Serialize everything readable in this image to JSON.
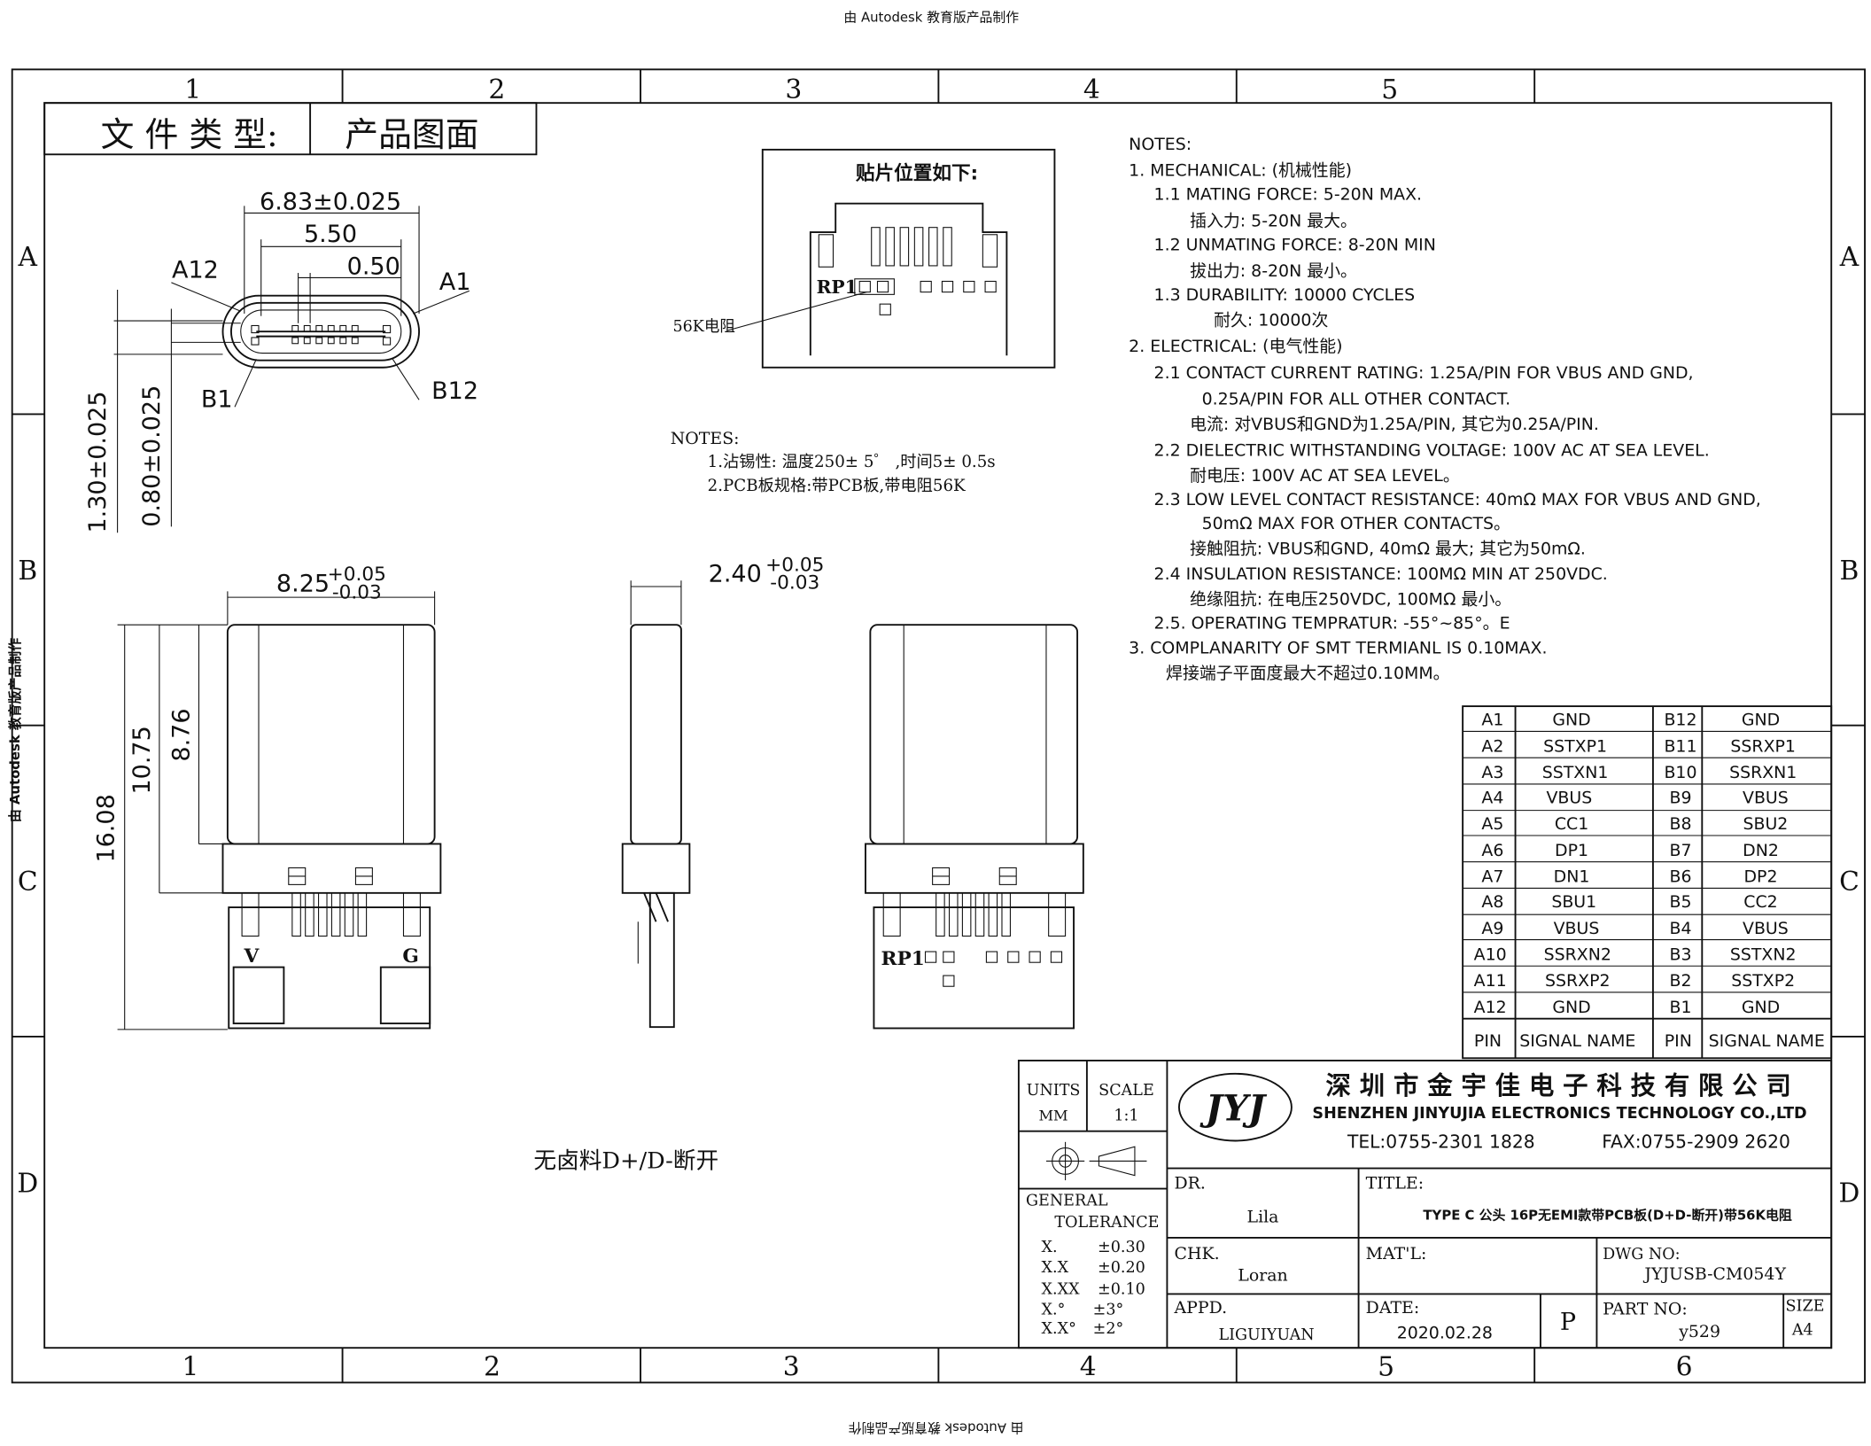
{
  "watermark": {
    "top": "由 Autodesk 教育版产品制作",
    "bottom": "由 Autodesk 教育版产品制作",
    "left": "由 Autodesk 教育版产品制作"
  },
  "border": {
    "columns": [
      "1",
      "2",
      "3",
      "4",
      "5",
      "6"
    ],
    "rows": [
      "A",
      "B",
      "C",
      "D"
    ]
  },
  "file_type": {
    "label": "文 件 类 型:",
    "value": "产品图面"
  },
  "front_view": {
    "dim_overall_width": "6.83±0.025",
    "dim_inner_width": "5.50",
    "dim_pitch": "0.50",
    "pin_a12": "A12",
    "pin_a1": "A1",
    "pin_b1": "B1",
    "pin_b12": "B12",
    "dim_outer_height": "1.30±0.025",
    "dim_inner_height": "0.80±0.025"
  },
  "side_views": {
    "dim_width_main": "8.25",
    "dim_width_tol_plus": "+0.05",
    "dim_width_tol_minus": "-0.03",
    "dim_thick_main": "2.40",
    "dim_thick_tol_plus": "+0.05",
    "dim_thick_tol_minus": "-0.03",
    "dim_total_length": "16.08",
    "dim_shell_length": "10.75",
    "dim_plug_length": "8.76",
    "label_v": "V",
    "label_g": "G",
    "label_rp1": "RP1"
  },
  "placement": {
    "title": "贴片位置如下:",
    "rp1": "RP1",
    "resistor_label": "56K电阻"
  },
  "small_notes": {
    "title": "NOTES:",
    "items": [
      "1.沾锡性: 温度250± 5゜ ,时间5± 0.5s",
      "2.PCB板规格:带PCB板,带电阻56K"
    ]
  },
  "notes": {
    "title": "NOTES:",
    "lines": [
      "1. MECHANICAL: (机械性能)",
      "1.1 MATING FORCE: 5-20N MAX.",
      "插入力: 5-20N 最大。",
      "1.2 UNMATING FORCE: 8-20N MIN",
      "拔出力: 8-20N 最小。",
      "1.3 DURABILITY: 10000 CYCLES",
      "耐久: 10000次",
      "2. ELECTRICAL: (电气性能)",
      "2.1 CONTACT CURRENT RATING: 1.25A/PIN FOR VBUS AND GND,",
      "0.25A/PIN FOR ALL OTHER CONTACT.",
      "电流: 对VBUS和GND为1.25A/PIN, 其它为0.25A/PIN.",
      "2.2 DIELECTRIC WITHSTANDING VOLTAGE: 100V AC AT SEA LEVEL.",
      "耐电压: 100V AC AT SEA LEVEL。",
      "2.3 LOW LEVEL CONTACT RESISTANCE: 40mΩ MAX FOR VBUS AND GND,",
      "50mΩ MAX FOR OTHER CONTACTS。",
      "接触阻抗: VBUS和GND, 40mΩ 最大; 其它为50mΩ.",
      "2.4 INSULATION RESISTANCE: 100MΩ MIN AT 250VDC.",
      "绝缘阻抗: 在电压250VDC, 100MΩ 最小。",
      "2.5. OPERATING TEMPRATUR: -55°~85°。E",
      "3. COMPLANARITY OF SMT TERMIANL IS 0.10MAX.",
      "焊接端子平面度最大不超过0.10MM。"
    ]
  },
  "pin_table": {
    "header": [
      "PIN",
      "SIGNAL NAME",
      "PIN",
      "SIGNAL NAME"
    ],
    "rows": [
      [
        "A1",
        "GND",
        "B12",
        "GND"
      ],
      [
        "A2",
        "SSTXP1",
        "B11",
        "SSRXP1"
      ],
      [
        "A3",
        "SSTXN1",
        "B10",
        "SSRXN1"
      ],
      [
        "A4",
        "VBUS",
        "B9",
        "VBUS"
      ],
      [
        "A5",
        "CC1",
        "B8",
        "SBU2"
      ],
      [
        "A6",
        "DP1",
        "B7",
        "DN2"
      ],
      [
        "A7",
        "DN1",
        "B6",
        "DP2"
      ],
      [
        "A8",
        "SBU1",
        "B5",
        "CC2"
      ],
      [
        "A9",
        "VBUS",
        "B4",
        "VBUS"
      ],
      [
        "A10",
        "SSRXN2",
        "B3",
        "SSTXN2"
      ],
      [
        "A11",
        "SSRXP2",
        "B2",
        "SSTXP2"
      ],
      [
        "A12",
        "GND",
        "B1",
        "GND"
      ]
    ]
  },
  "drawing_note": "无卤料D+/D-断开",
  "title_block": {
    "units_label": "UNITS",
    "units_value": "MM",
    "scale_label": "SCALE",
    "scale_value": "1:1",
    "company_cn": "深 圳 市 金 宇 佳 电 子 科 技 有 限 公 司",
    "company_en": "SHENZHEN JINYUJIA ELECTRONICS TECHNOLOGY CO.,LTD",
    "tel": "TEL:0755-2301 1828",
    "fax": "FAX:0755-2909 2620",
    "logo_text": "JYJ",
    "general_label": "GENERAL",
    "tolerance_label": "TOLERANCE",
    "tolerances": [
      [
        "X.",
        "±0.30"
      ],
      [
        "X.X",
        "±0.20"
      ],
      [
        "X.XX",
        "±0.10"
      ],
      [
        "X.°",
        "±3°"
      ],
      [
        "X.X°",
        "±2°"
      ]
    ],
    "dr_label": "DR.",
    "dr_value": "Lila",
    "chk_label": "CHK.",
    "chk_value": "Loran",
    "appd_label": "APPD.",
    "appd_value": "LIGUIYUAN",
    "title_label": "TITLE:",
    "title_value": "TYPE C 公头 16P无EMI款带PCB板(D+D-断开)带56K电阻",
    "matl_label": "MAT'L:",
    "dwg_label": "DWG NO:",
    "dwg_value": "JYJUSB-CM054Y",
    "date_label": "DATE:",
    "date_value": "2020.02.28",
    "rev_value": "P",
    "part_label": "PART NO:",
    "part_value": "y529",
    "size_label": "SIZE",
    "size_value": "A4"
  }
}
